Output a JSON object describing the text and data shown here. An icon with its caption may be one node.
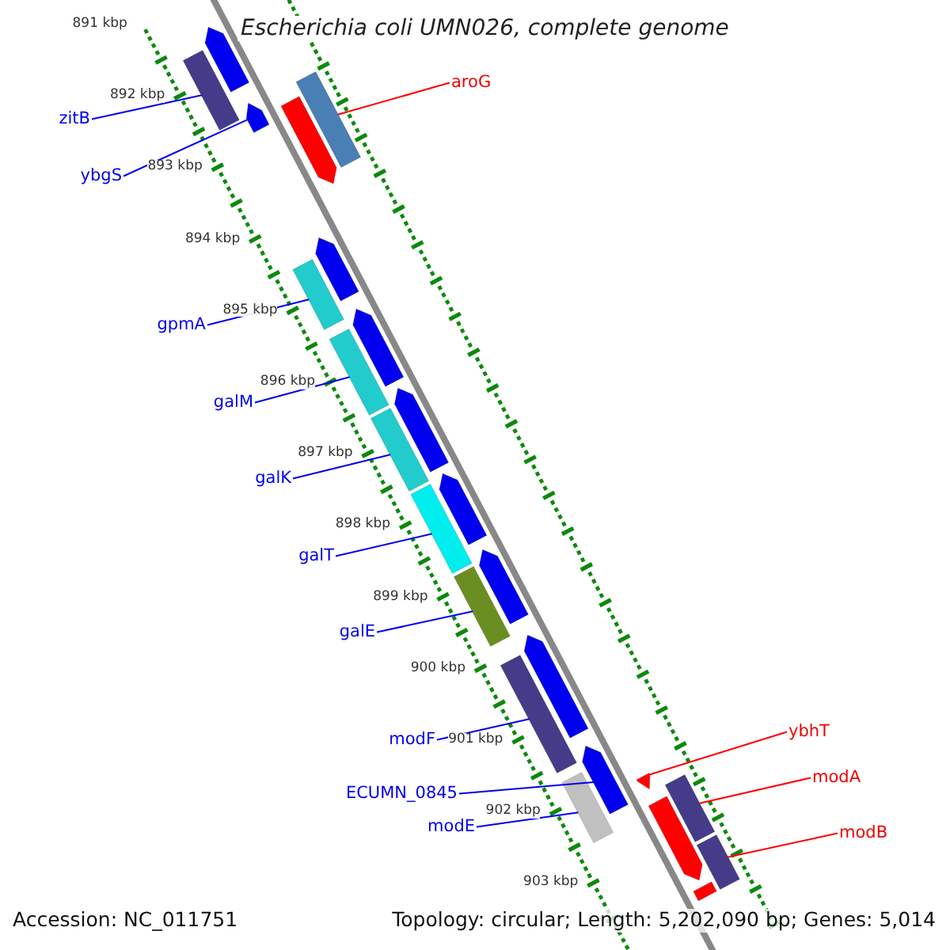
{
  "diagram": {
    "title": "Escherichia coli UMN026, complete genome",
    "nodes": [
      {
        "text": [
          "aroG"
        ]
      },
      {
        "text": [
          "zitB"
        ]
      },
      {
        "text": [
          "ybgS"
        ]
      },
      {
        "text": [
          "gpmA"
        ]
      },
      {
        "text": [
          "galM"
        ]
      },
      {
        "text": [
          "galK"
        ]
      },
      {
        "text": [
          "galT"
        ]
      },
      {
        "text": [
          "galE"
        ]
      },
      {
        "text": [
          "ybhT"
        ]
      },
      {
        "text": [
          "modF"
        ]
      },
      {
        "text": [
          "modA"
        ]
      },
      {
        "text": [
          "ECUMN_0845"
        ]
      },
      {
        "text": [
          "modE"
        ]
      },
      {
        "text": [
          "modB"
        ]
      },
      {
        "text": [],
        "shape": "bar"
      },
      {
        "text": [],
        "shape": "bar"
      },
      {
        "text": [],
        "shape": "bar"
      },
      {
        "text": [],
        "shape": "bar"
      },
      {
        "text": [],
        "shape": "bar"
      },
      {
        "text": [],
        "shape": "bar"
      },
      {
        "text": [],
        "shape": "bar"
      },
      {
        "text": [],
        "shape": "bar"
      },
      {
        "text": [],
        "shape": "bar"
      },
      {
        "text": [],
        "shape": "bar"
      },
      {
        "text": [],
        "shape": "bar"
      },
      {
        "text": [],
        "shape": "bar"
      },
      {
        "text": [],
        "shape": "bar"
      },
      {
        "text": [],
        "shape": "bar"
      }
    ],
    "edges": [
      {
        "from": 0,
        "to": 14,
        "arrow": "none",
        "color": "#ff0000"
      },
      {
        "from": 1,
        "to": 15,
        "arrow": "none"
      },
      {
        "from": 2,
        "to": 16,
        "arrow": "none"
      },
      {
        "from": 3,
        "to": 17,
        "arrow": "none"
      },
      {
        "from": 4,
        "to": 18,
        "arrow": "none"
      },
      {
        "from": 5,
        "to": 19,
        "arrow": "none"
      },
      {
        "from": 6,
        "to": 20,
        "arrow": "none"
      },
      {
        "from": 7,
        "to": 21,
        "arrow": "none"
      },
      {
        "from": 8,
        "to": 22,
        "arrow": "none",
        "color": "#ff0000"
      },
      {
        "from": 9,
        "to": 23,
        "arrow": "none"
      },
      {
        "from": 10,
        "to": 24,
        "arrow": "none",
        "color": "#ff0000"
      },
      {
        "from": 11,
        "to": 25,
        "arrow": "none"
      },
      {
        "from": 12,
        "to": 26,
        "arrow": "none"
      },
      {
        "from": 13,
        "to": 27,
        "arrow": "none",
        "color": "#ff0000"
      }
    ],
    "labels": [
      "891 kbp",
      "892 kbp",
      "893 kbp",
      "894 kbp",
      "895 kbp",
      "896 kbp",
      "897 kbp",
      "898 kbp",
      "899 kbp",
      "900 kbp",
      "901 kbp",
      "902 kbp",
      "903 kbp",
      "Accession: NC_011751",
      "Topology: circular; Length: 5,202,090 bp; Genes: 5,014"
    ]
  }
}
